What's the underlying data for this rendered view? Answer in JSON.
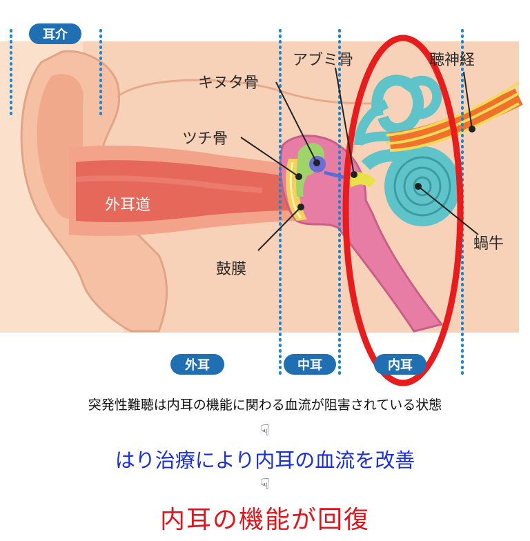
{
  "labels": {
    "auricle": "耳介",
    "incus": "キヌタ骨",
    "stapes": "アブミ骨",
    "auditory_nerve": "聴神経",
    "malleus": "ツチ骨",
    "ear_canal": "外耳道",
    "cochlea": "蝸牛",
    "eardrum": "鼓膜",
    "outer_ear": "外耳",
    "middle_ear": "中耳",
    "inner_ear": "内耳"
  },
  "captions": {
    "line1": "突発性難聴は内耳の機能に関わる血流が阻害されている状態",
    "arrow": "☟",
    "line2": "はり治療により内耳の血流を改善",
    "line3": "内耳の機能が回復"
  },
  "colors": {
    "skin": "#f8d2b8",
    "canal": "#e5685a",
    "middle": "#e77ca4",
    "cochlea": "#5fc4c9",
    "nerve": "#f0722a",
    "highlight": "#e81c1c",
    "pill": "#1f6fb2"
  }
}
